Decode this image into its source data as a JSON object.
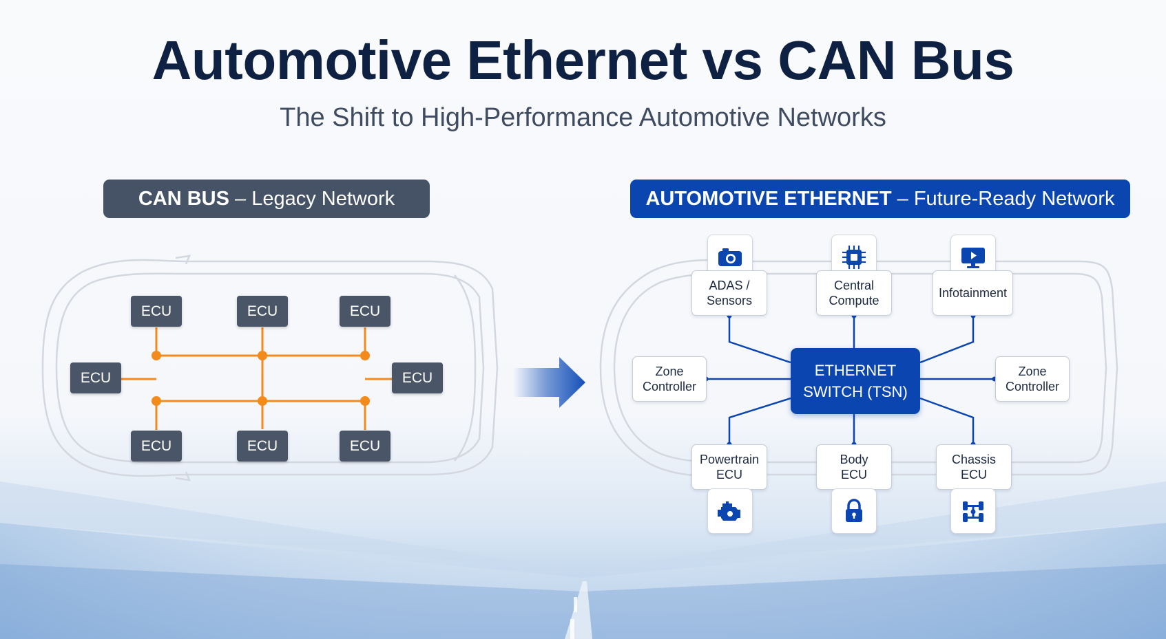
{
  "title": "Automotive Ethernet vs CAN Bus",
  "subtitle": "The Shift to High-Performance Automotive Networks",
  "can_section": {
    "label_bold": "CAN BUS",
    "label_rest": " – Legacy Network",
    "ecus": [
      "ECU",
      "ECU",
      "ECU",
      "ECU",
      "ECU",
      "ECU",
      "ECU",
      "ECU"
    ],
    "bus_color": "#f28a1c",
    "ecu_color": "#4a5668"
  },
  "ethernet_section": {
    "label_bold": "AUTOMOTIVE ETHERNET",
    "label_rest": " – Future-Ready Network",
    "switch_line1": "ETHERNET",
    "switch_line2": "SWITCH (TSN)",
    "nodes": {
      "adas": [
        "ADAS /",
        "Sensors"
      ],
      "central": [
        "Central",
        "Compute"
      ],
      "infotainment": [
        "Infotainment"
      ],
      "zone_left": [
        "Zone",
        "Controller"
      ],
      "zone_right": [
        "Zone",
        "Controller"
      ],
      "powertrain": [
        "Powertrain",
        "ECU"
      ],
      "body": [
        "Body",
        "ECU"
      ],
      "chassis": [
        "Chassis",
        "ECU"
      ]
    },
    "icons": [
      "camera-icon",
      "chip-icon",
      "monitor-icon",
      "engine-icon",
      "lock-icon",
      "axle-icon"
    ],
    "accent_color": "#0b46b0"
  }
}
